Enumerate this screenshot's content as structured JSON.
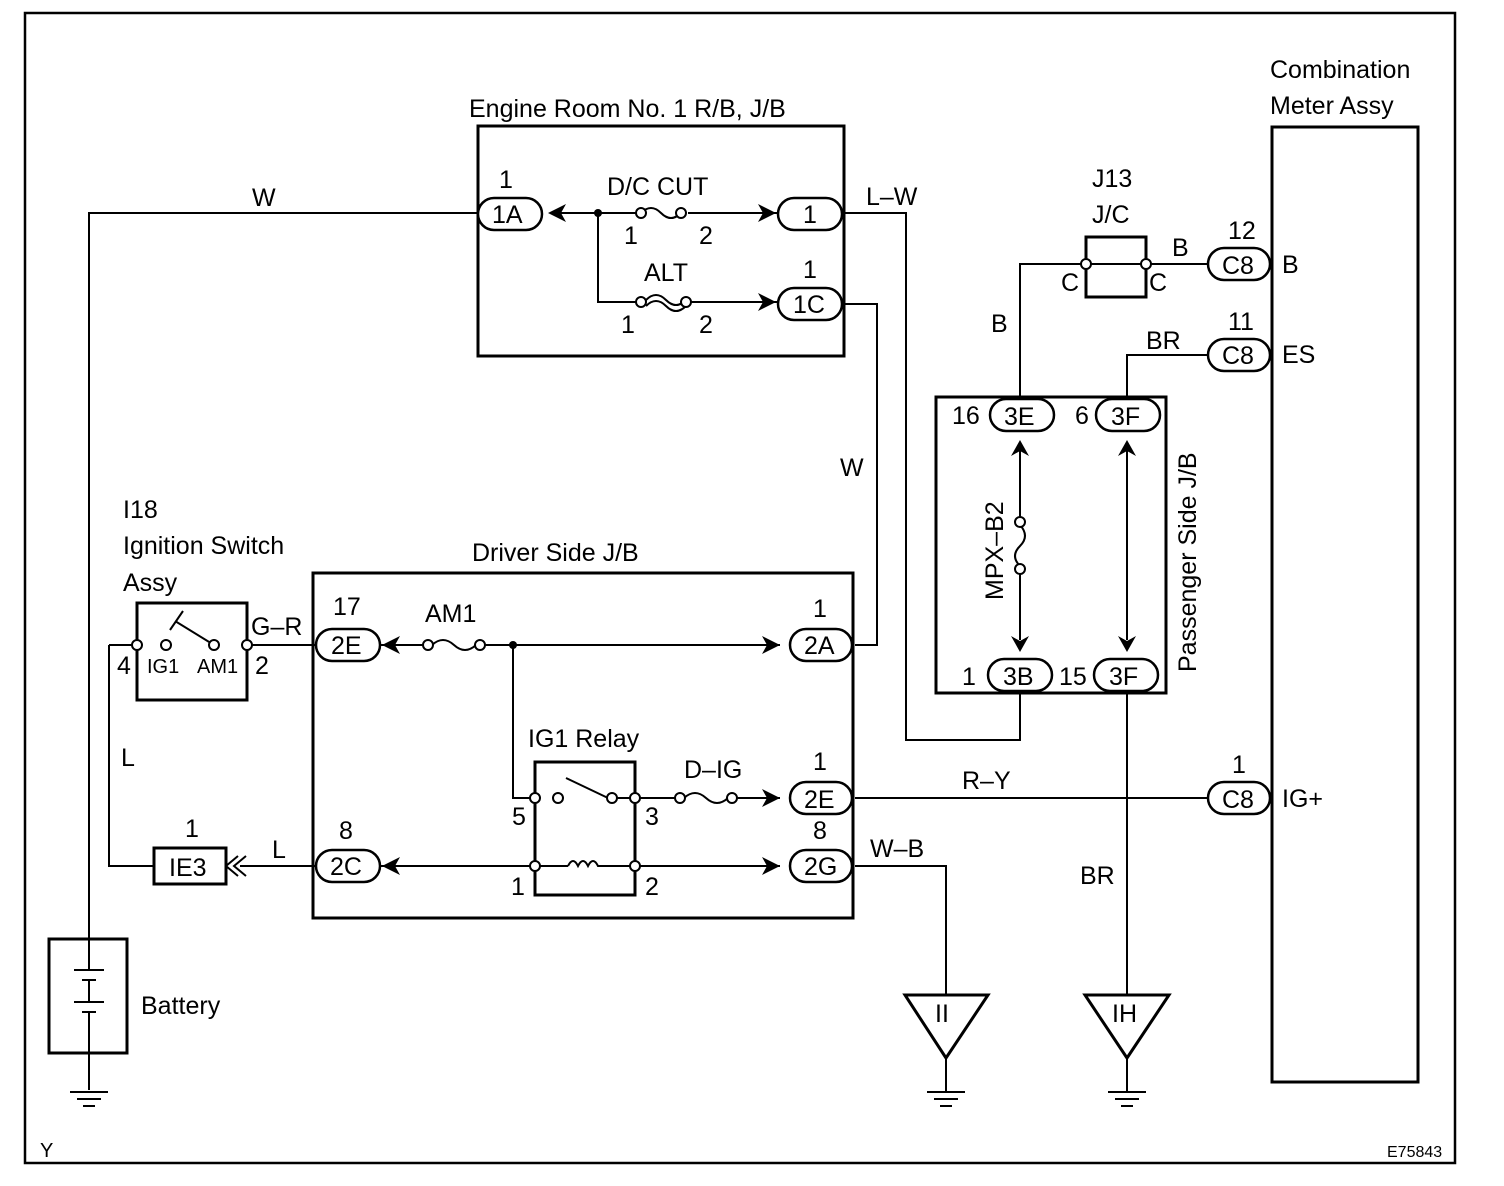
{
  "components": {
    "engine_room_rb": "Engine Room No. 1 R/B, J/B",
    "combination_meter": [
      "Combination",
      "Meter Assy"
    ],
    "j13": [
      "J13",
      "J/C"
    ],
    "ignition_switch": [
      "I18",
      "Ignition Switch",
      "Assy"
    ],
    "driver_jb": "Driver Side J/B",
    "passenger_jb": "Passenger Side J/B",
    "battery": "Battery",
    "ig1_relay": "IG1 Relay"
  },
  "fuses": {
    "dc_cut": "D/C CUT",
    "alt": "ALT",
    "am1": "AM1",
    "d_ig": "D–IG",
    "mpx_b2": "MPX–B2"
  },
  "connectors": {
    "c_1a": "1A",
    "c_1": "1",
    "c_1c": "1C",
    "c8": "C8",
    "c_3e": "3E",
    "c_3f": "3F",
    "c_3b": "3B",
    "c_2e": "2E",
    "c_2a": "2A",
    "c_2c": "2C",
    "c_2g": "2G",
    "ie3": "IE3"
  },
  "wire_colors": {
    "w": "W",
    "l_w": "L–W",
    "b": "B",
    "br": "BR",
    "g_r": "G–R",
    "l": "L",
    "r_y": "R–Y",
    "w_b": "W–B"
  },
  "pin_numbers": {
    "p1": "1",
    "p2": "2",
    "p3": "3",
    "p4": "4",
    "p5": "5",
    "p6": "6",
    "p8": "8",
    "p11": "11",
    "p12": "12",
    "p15": "15",
    "p16": "16",
    "p17": "17"
  },
  "terminals": {
    "c": "C",
    "b": "B",
    "es": "ES",
    "ig_plus": "IG+",
    "ig1": "IG1",
    "am1": "AM1"
  },
  "grounds": {
    "ii": "II",
    "ih": "IH"
  },
  "figure": {
    "corner_mark": "Y",
    "figure_id": "E75843"
  },
  "colors": {
    "line": "#000000",
    "background": "#ffffff"
  }
}
